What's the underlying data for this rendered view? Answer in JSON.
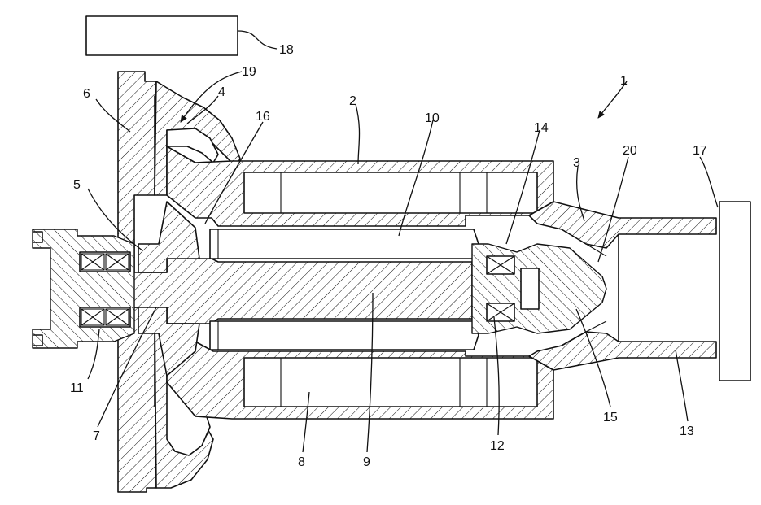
{
  "reference_numerals": {
    "n1": "1",
    "n2": "2",
    "n3": "3",
    "n4": "4",
    "n5": "5",
    "n6": "6",
    "n7": "7",
    "n8": "8",
    "n9": "9",
    "n10": "10",
    "n11": "11",
    "n12": "12",
    "n13": "13",
    "n14": "14",
    "n15": "15",
    "n16": "16",
    "n17": "17",
    "n18": "18",
    "n19": "19",
    "n20": "20"
  },
  "colors": {
    "line": "#111111",
    "background": "#ffffff"
  }
}
